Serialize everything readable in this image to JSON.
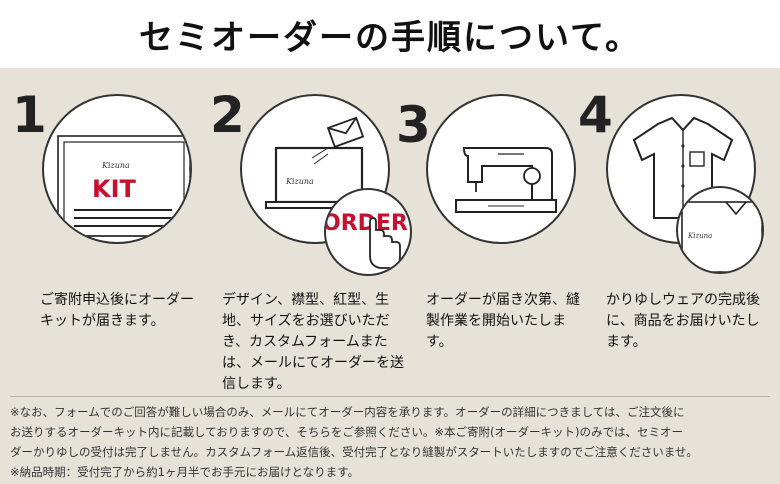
{
  "title": "セミオーダーの手順について。",
  "steps": [
    {
      "number": "1",
      "image_text": "KIT",
      "brand": "Kizuna",
      "description": "ご寄附申込後にオーダーキットが届きます。"
    },
    {
      "number": "2",
      "image_text": "ORDER",
      "brand": "Kizuna",
      "description": "デザイン、襟型、紅型、生地、サイズをお選びいただき、カスタムフォームまたは、メールにてオーダーを送信します。"
    },
    {
      "number": "3",
      "description": "オーダーが届き次第、縫製作業を開始いたします。"
    },
    {
      "number": "4",
      "brand": "Kizuna",
      "description": "かりゆしウェアの完成後に、商品をお届けいたします。"
    }
  ],
  "notes": [
    "※なお、フォームでのご回答が難しい場合のみ、メールにてオーダー内容を承ります。オーダーの詳細につきましては、ご注文後に",
    "お送りするオーダーキット内に記載しておりますので、そちらをご参照ください。※本ご寄附(オーダーキット)のみでは、セミオー",
    "ダーかりゆしの受付は完了しません。カスタムフォーム返信後、受付完了となり縫製がスタートいたしますのでご注意くださいませ。",
    "※納品時期：受付完了から約1ヶ月半でお手元にお届けとなります。"
  ],
  "colors": {
    "accent_red": "#c8102e",
    "panel_bg": "#e6e2d8",
    "text": "#111111"
  }
}
